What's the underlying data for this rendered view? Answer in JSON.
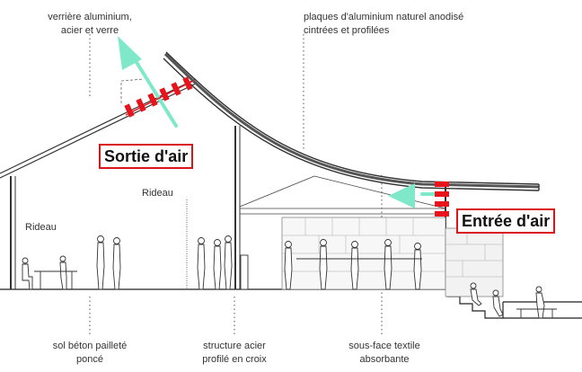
{
  "labels": {
    "verriere_line1": "verrière aluminium,",
    "verriere_line2": "acier et verre",
    "plaques_line1": "plaques d'aluminium naturel anodisé",
    "plaques_line2": "cintrées et profilées",
    "rideau_left": "Rideau",
    "rideau_mid": "Rideau",
    "sol_line1": "sol béton pailleté",
    "sol_line2": "poncé",
    "structure_line1": "structure acier",
    "structure_line2": "profilé en croix",
    "sousface_line1": "sous-face textile",
    "sousface_line2": "absorbante"
  },
  "callouts": {
    "sortie": "Sortie d'air",
    "entree": "Entrée d'air"
  },
  "colors": {
    "arrow": "#7fe8c8",
    "marker": "#e8141b",
    "ink": "#222222"
  }
}
